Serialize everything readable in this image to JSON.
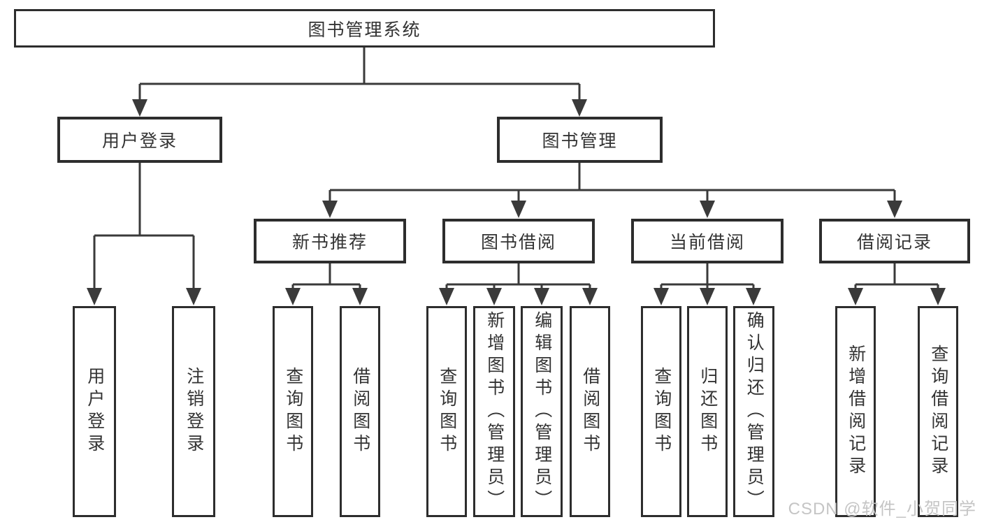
{
  "tree": {
    "label": "图书管理系统",
    "children": [
      {
        "label": "用户登录",
        "children": [
          {
            "label": "用户登录"
          },
          {
            "label": "注销登录"
          }
        ]
      },
      {
        "label": "图书管理",
        "children": [
          {
            "label": "新书推荐",
            "children": [
              {
                "label": "查询图书"
              },
              {
                "label": "借阅图书"
              }
            ]
          },
          {
            "label": "图书借阅",
            "children": [
              {
                "label": "查询图书"
              },
              {
                "label": "新增图书（管理员）"
              },
              {
                "label": "编辑图书（管理员）"
              },
              {
                "label": "借阅图书"
              }
            ]
          },
          {
            "label": "当前借阅",
            "children": [
              {
                "label": "查询图书"
              },
              {
                "label": "归还图书"
              },
              {
                "label": "确认归还（管理员）"
              }
            ]
          },
          {
            "label": "借阅记录",
            "children": [
              {
                "label": "新增借阅记录"
              },
              {
                "label": "查询借阅记录"
              }
            ]
          }
        ]
      }
    ]
  },
  "watermark": {
    "text": "CSDN @软件_小贺同学"
  },
  "colors": {
    "line": "#3a3a3a",
    "box_border": "#2d2d2d",
    "text": "#333333",
    "background": "#ffffff",
    "watermark": "#c5c5c5"
  }
}
